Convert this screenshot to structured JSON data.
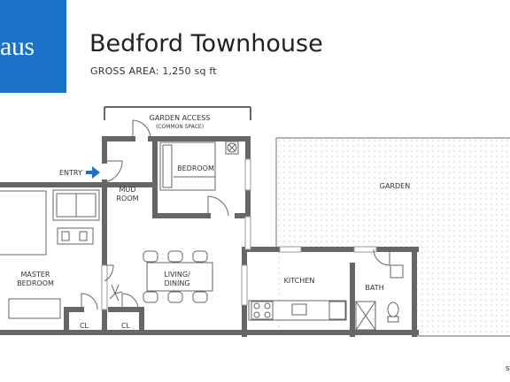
{
  "brand": {
    "logo_text": "aus"
  },
  "header": {
    "title": "Bedford Townhouse",
    "gross_area": "GROSS AREA: 1,250 sq ft"
  },
  "labels": {
    "garden_access": "GARDEN ACCESS",
    "common_space": "(COMMON SPACE)",
    "bedroom": "BEDROOM",
    "entry": "ENTRY",
    "mud_room_1": "MUD",
    "mud_room_2": "ROOM",
    "garden": "GARDEN",
    "master_bedroom_1": "MASTER",
    "master_bedroom_2": "BEDROOM",
    "living_dining_1": "LIVING/",
    "living_dining_2": "DINING",
    "kitchen": "KITCHEN",
    "bath": "BATH",
    "closet_1": "CL",
    "closet_2": "CL"
  },
  "corner_text": "st",
  "colors": {
    "brand_blue": "#1a73c9",
    "wall": "#666666",
    "entry_arrow": "#1a73c9"
  }
}
